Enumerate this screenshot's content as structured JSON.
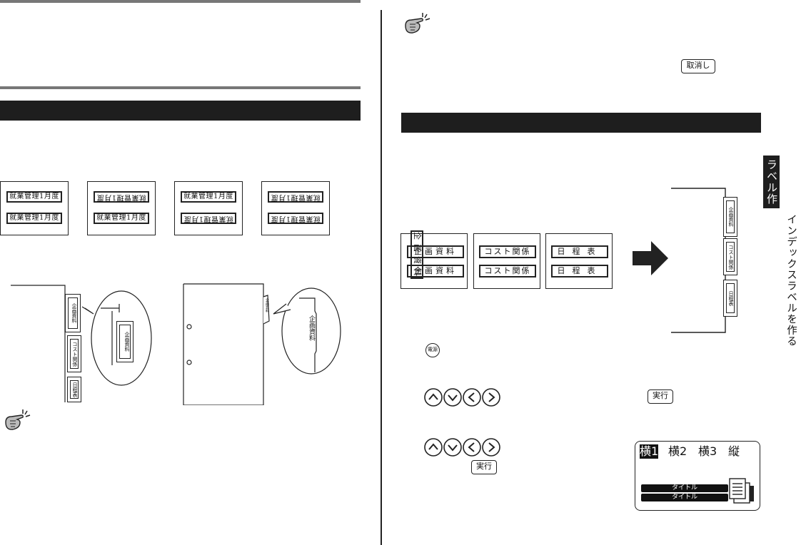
{
  "left_column": {
    "sample_labels": [
      {
        "top": "就業管理1月度",
        "bottom": "就業管理1月度",
        "top_flipped": false,
        "bottom_flipped": false
      },
      {
        "top": "就業管理1月度",
        "bottom": "就業管理1月度",
        "top_flipped": true,
        "bottom_flipped": false
      },
      {
        "top": "就業管理1月度",
        "bottom": "就業管理1月度",
        "top_flipped": false,
        "bottom_flipped": true
      },
      {
        "top": "就業管理1月度",
        "bottom": "就業管理1月度",
        "top_flipped": true,
        "bottom_flipped": true
      }
    ],
    "binder_tabs": [
      "企画資料",
      "コスト関係",
      "日程表"
    ],
    "zoom_tab": "企画資料",
    "file_tab_zoom": "企画資料",
    "file_tab_small": "企画資料"
  },
  "right_column": {
    "cancel_key": "取消し",
    "vertical_labels": [
      {
        "text": "企画資料"
      },
      {
        "text": "コスト関係"
      },
      {
        "text": "日程表"
      }
    ],
    "result_tabs": [
      "企画資料",
      "コスト関係",
      "日程表"
    ],
    "power_key": "電源",
    "execute_key_1": "実行",
    "execute_key_2": "実行",
    "lcd": {
      "modes": [
        "横1",
        "横2",
        "横3",
        "縦"
      ],
      "selected_index": 0,
      "title_rows": [
        "タイトル",
        "タイトル"
      ]
    }
  },
  "side": {
    "section_tab": "ラベル作成編",
    "chapter_title": "インデックスラベルを作る"
  },
  "colors": {
    "ink": "#1e1e1e",
    "rule": "#777777",
    "paper": "#ffffff"
  }
}
